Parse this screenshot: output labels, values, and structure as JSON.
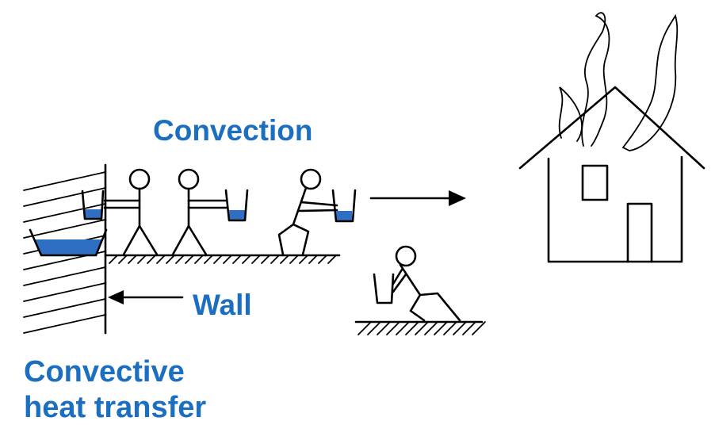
{
  "labels": {
    "convection": "Convection",
    "wall": "Wall",
    "convective_line1": "Convective",
    "convective_line2": "heat transfer"
  },
  "colors": {
    "label_blue": "#1C6EC0",
    "water_blue": "#2E6FC4",
    "ink": "#000000"
  }
}
